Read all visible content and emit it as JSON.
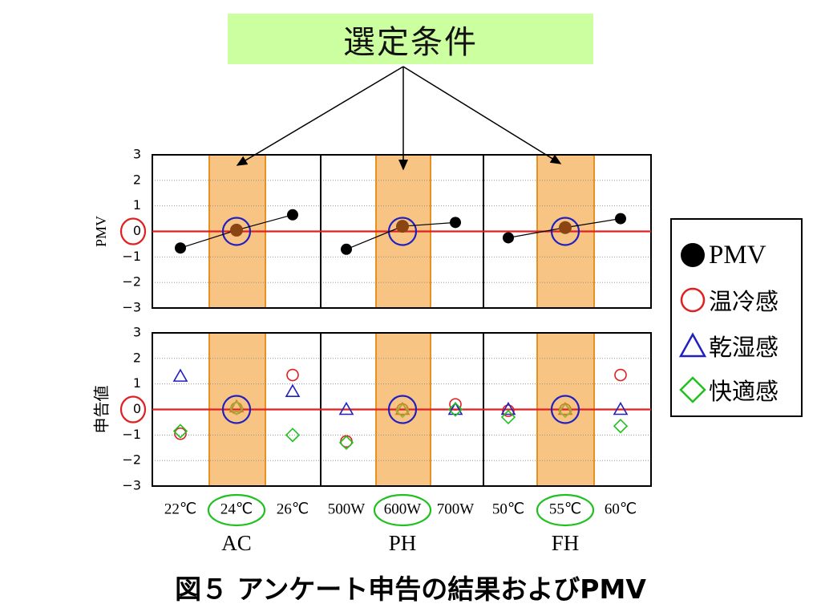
{
  "banner": "選定条件",
  "caption": "図５ アンケート申告の結果およびPMV",
  "legend": [
    {
      "label": "PMV",
      "marker": "filled-circle",
      "color": "#000000"
    },
    {
      "label": "温冷感",
      "marker": "open-circle",
      "color": "#e02020"
    },
    {
      "label": "乾湿感",
      "marker": "open-triangle",
      "color": "#2020c0"
    },
    {
      "label": "快適感",
      "marker": "open-diamond",
      "color": "#20c020"
    }
  ],
  "colors": {
    "highlight_fill": "#f8c484",
    "highlight_border": "#e89020",
    "zero_line": "#e02020",
    "pmv": "#000000",
    "selected_marker": "#8b4513",
    "ring": "#2020c0",
    "warm": "#e02020",
    "dry": "#2020c0",
    "comfort": "#20c020",
    "zero_label_ring": "#e02020",
    "selected_label_ring": "#20c020"
  },
  "chart_data": {
    "type": "scatter",
    "ylim": [
      -3,
      3
    ],
    "yticks": [
      "3",
      "2",
      "1",
      "0",
      "−1",
      "−2",
      "−3"
    ],
    "groups": [
      {
        "name": "AC",
        "conditions": [
          "22℃",
          "24℃",
          "26℃"
        ],
        "selected_index": 1
      },
      {
        "name": "PH",
        "conditions": [
          "500W",
          "600W",
          "700W"
        ],
        "selected_index": 1
      },
      {
        "name": "FH",
        "conditions": [
          "50℃",
          "55℃",
          "60℃"
        ],
        "selected_index": 1
      }
    ],
    "panels": [
      {
        "ylabel": "PMV",
        "series": [
          {
            "name": "PMV",
            "marker": "filled-circle",
            "values": [
              [
                -0.65,
                0.05,
                0.65
              ],
              [
                -0.7,
                0.2,
                0.35
              ],
              [
                -0.25,
                0.15,
                0.5
              ]
            ]
          }
        ]
      },
      {
        "ylabel": "申告値",
        "series": [
          {
            "name": "温冷感",
            "marker": "open-circle",
            "values": [
              [
                -0.95,
                0.05,
                1.35
              ],
              [
                -1.25,
                0.0,
                0.2
              ],
              [
                -0.05,
                0.0,
                1.35
              ]
            ]
          },
          {
            "name": "乾湿感",
            "marker": "open-triangle",
            "values": [
              [
                1.3,
                0.1,
                0.7
              ],
              [
                0.0,
                0.0,
                0.0
              ],
              [
                0.0,
                0.0,
                0.0
              ]
            ]
          },
          {
            "name": "快適感",
            "marker": "open-diamond",
            "values": [
              [
                -0.85,
                0.05,
                -1.0
              ],
              [
                -1.3,
                -0.05,
                0.0
              ],
              [
                -0.3,
                -0.05,
                -0.65
              ]
            ]
          }
        ]
      }
    ]
  }
}
